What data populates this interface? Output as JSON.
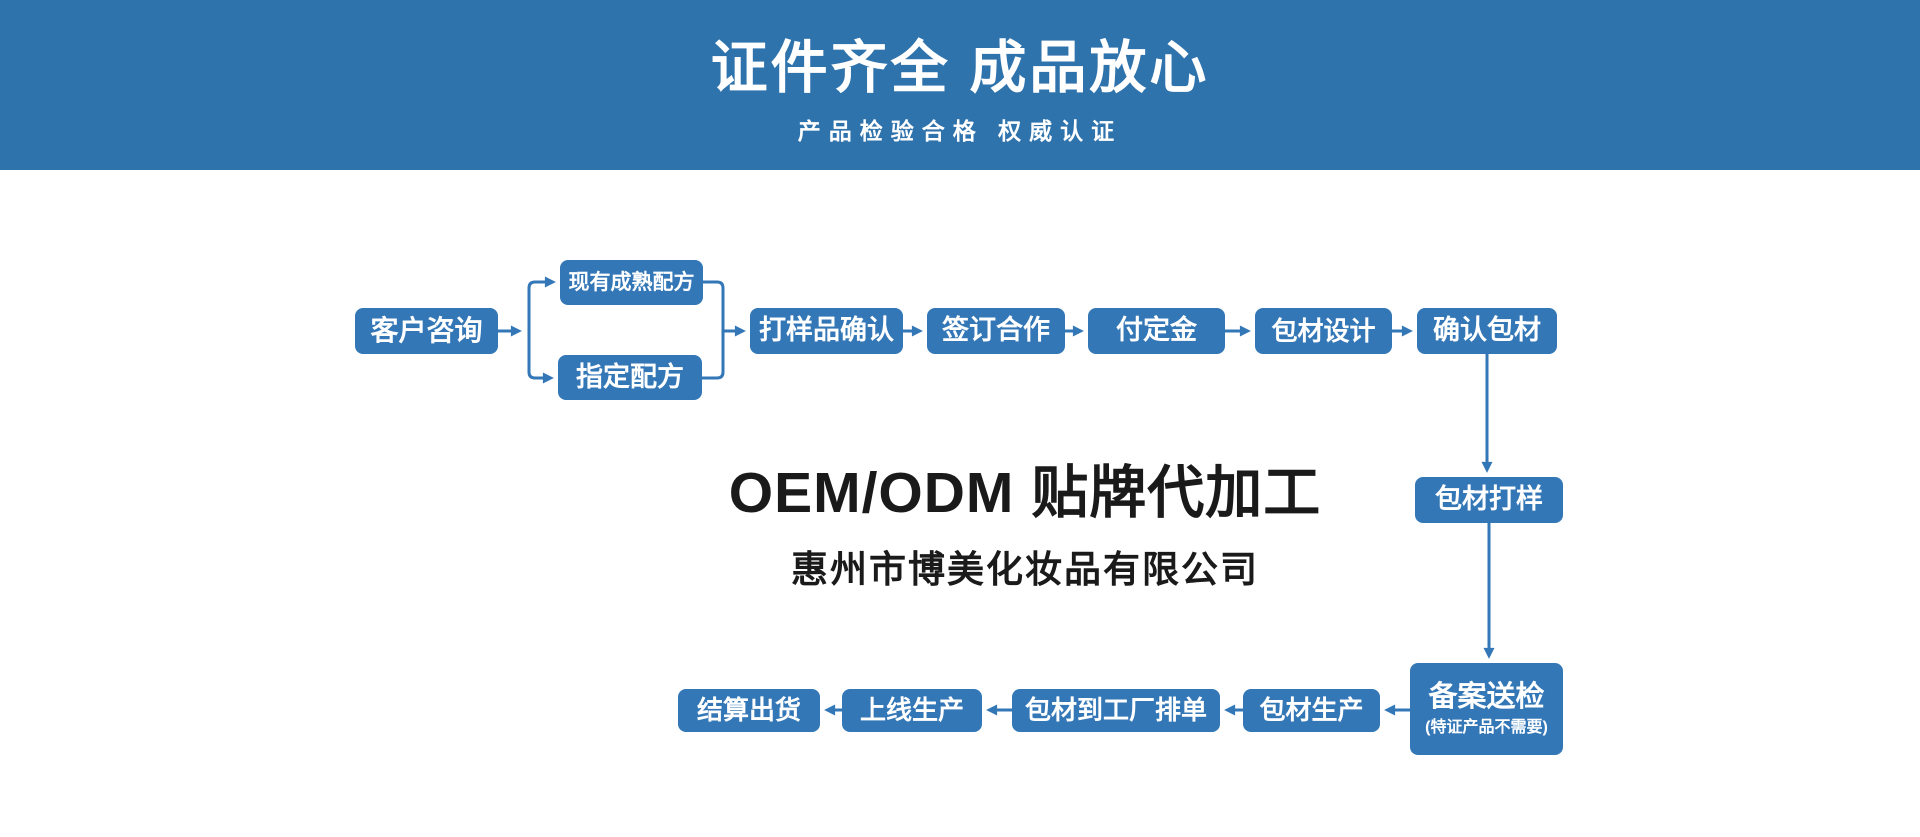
{
  "banner": {
    "title": "证件齐全 成品放心",
    "subtitle": "产品检验合格 权威认证",
    "background_color": "#2f73ad",
    "text_color": "#ffffff"
  },
  "center": {
    "title": "OEM/ODM 贴牌代加工",
    "company": "惠州市博美化妆品有限公司"
  },
  "flow": {
    "box_color": "#3377b7",
    "arrow_color": "#3377b7",
    "nodes": [
      {
        "id": "customer",
        "label": "客户咨询"
      },
      {
        "id": "existing-formula",
        "label": "现有成熟配方"
      },
      {
        "id": "designated-formula",
        "label": "指定配方"
      },
      {
        "id": "sample-confirm",
        "label": "打样品确认"
      },
      {
        "id": "sign",
        "label": "签订合作"
      },
      {
        "id": "deposit",
        "label": "付定金"
      },
      {
        "id": "packaging-design",
        "label": "包材设计"
      },
      {
        "id": "confirm-packaging",
        "label": "确认包材"
      },
      {
        "id": "packaging-sample",
        "label": "包材打样"
      },
      {
        "id": "filing",
        "label": "备案送检",
        "sublabel": "(特证产品不需要)"
      },
      {
        "id": "packaging-production",
        "label": "包材生产"
      },
      {
        "id": "packaging-to-factory",
        "label": "包材到工厂排单"
      },
      {
        "id": "production",
        "label": "上线生产"
      },
      {
        "id": "shipment",
        "label": "结算出货"
      }
    ]
  }
}
